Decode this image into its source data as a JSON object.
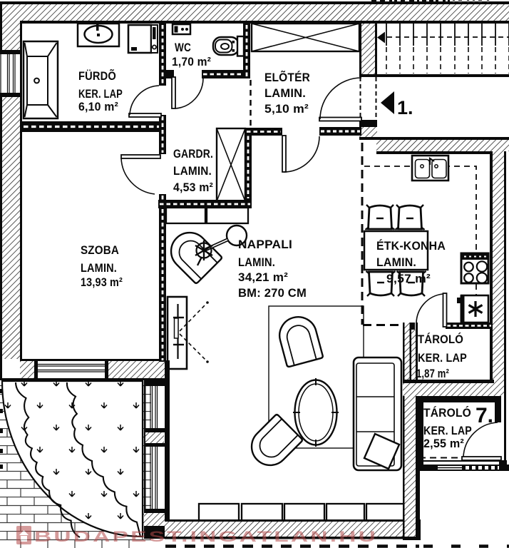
{
  "document": {
    "type": "apartment floor plan",
    "language": "hu"
  },
  "colors": {
    "ink": "#0a0a0a",
    "paper": "#ffffff",
    "watermark": "#bd6e6e"
  },
  "rooms": {
    "furdo": {
      "name": "FÜRDÕ",
      "floor": "KER. LAP",
      "area": "6,10 m²"
    },
    "wc": {
      "name": "WC",
      "area": "1,70 m²"
    },
    "eloter": {
      "name": "ELÕTÉR",
      "floor": "LAMIN.",
      "area": "5,10 m²"
    },
    "gardrob": {
      "name": "GARDR.",
      "floor": "LAMIN.",
      "area": "4,53 m²"
    },
    "szoba": {
      "name": "SZOBA",
      "floor": "LAMIN.",
      "area": "13,93 m²"
    },
    "nappali": {
      "name": "NAPPALI",
      "floor": "LAMIN.",
      "area": "34,21 m²",
      "ceiling_height": "BM: 270 CM"
    },
    "etk_konyha": {
      "name": "ÉTK-KONHA",
      "floor": "LAMIN.",
      "area": "9,57 m²"
    },
    "tarolo_felso": {
      "name": "TÁROLÓ",
      "floor": "KER. LAP",
      "area": "1,87 m²"
    },
    "tarolo_7": {
      "name": "TÁROLÓ",
      "number": "7.",
      "floor": "KER. LAP",
      "area": "2,55 m²"
    }
  },
  "annotations": {
    "stair_entry_label": "1."
  },
  "watermark": {
    "brand": "BUDAPEST.INGATLAN.HU"
  }
}
